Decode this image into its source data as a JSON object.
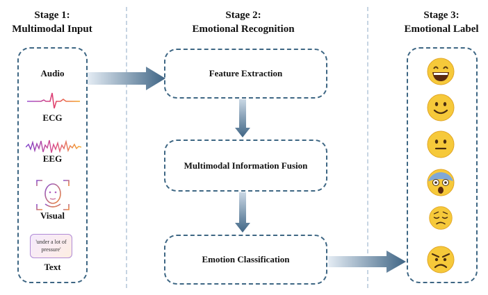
{
  "stages": [
    {
      "line1": "Stage 1:",
      "line2": "Multimodal Input"
    },
    {
      "line1": "Stage 2:",
      "line2": "Emotional Recognition"
    },
    {
      "line1": "Stage 3:",
      "line2": "Emotional Label"
    }
  ],
  "inputs": {
    "audio": "Audio",
    "ecg": "ECG",
    "eeg": "EEG",
    "visual": "Visual",
    "text": "Text",
    "text_sample": "'under a lot of pressure'"
  },
  "steps": {
    "feature": "Feature Extraction",
    "fusion": "Multimodal Information Fusion",
    "classification": "Emotion Classification"
  },
  "labels": [
    {
      "icon": "grinning-face-icon"
    },
    {
      "icon": "smiling-face-icon"
    },
    {
      "icon": "neutral-face-icon"
    },
    {
      "icon": "fearful-face-icon"
    },
    {
      "icon": "pensive-face-icon"
    },
    {
      "icon": "angry-face-icon"
    }
  ],
  "colors": {
    "border": "#3d6683",
    "arrow": "#4a6e8e",
    "emoji_yellow": "#f6c93a"
  }
}
